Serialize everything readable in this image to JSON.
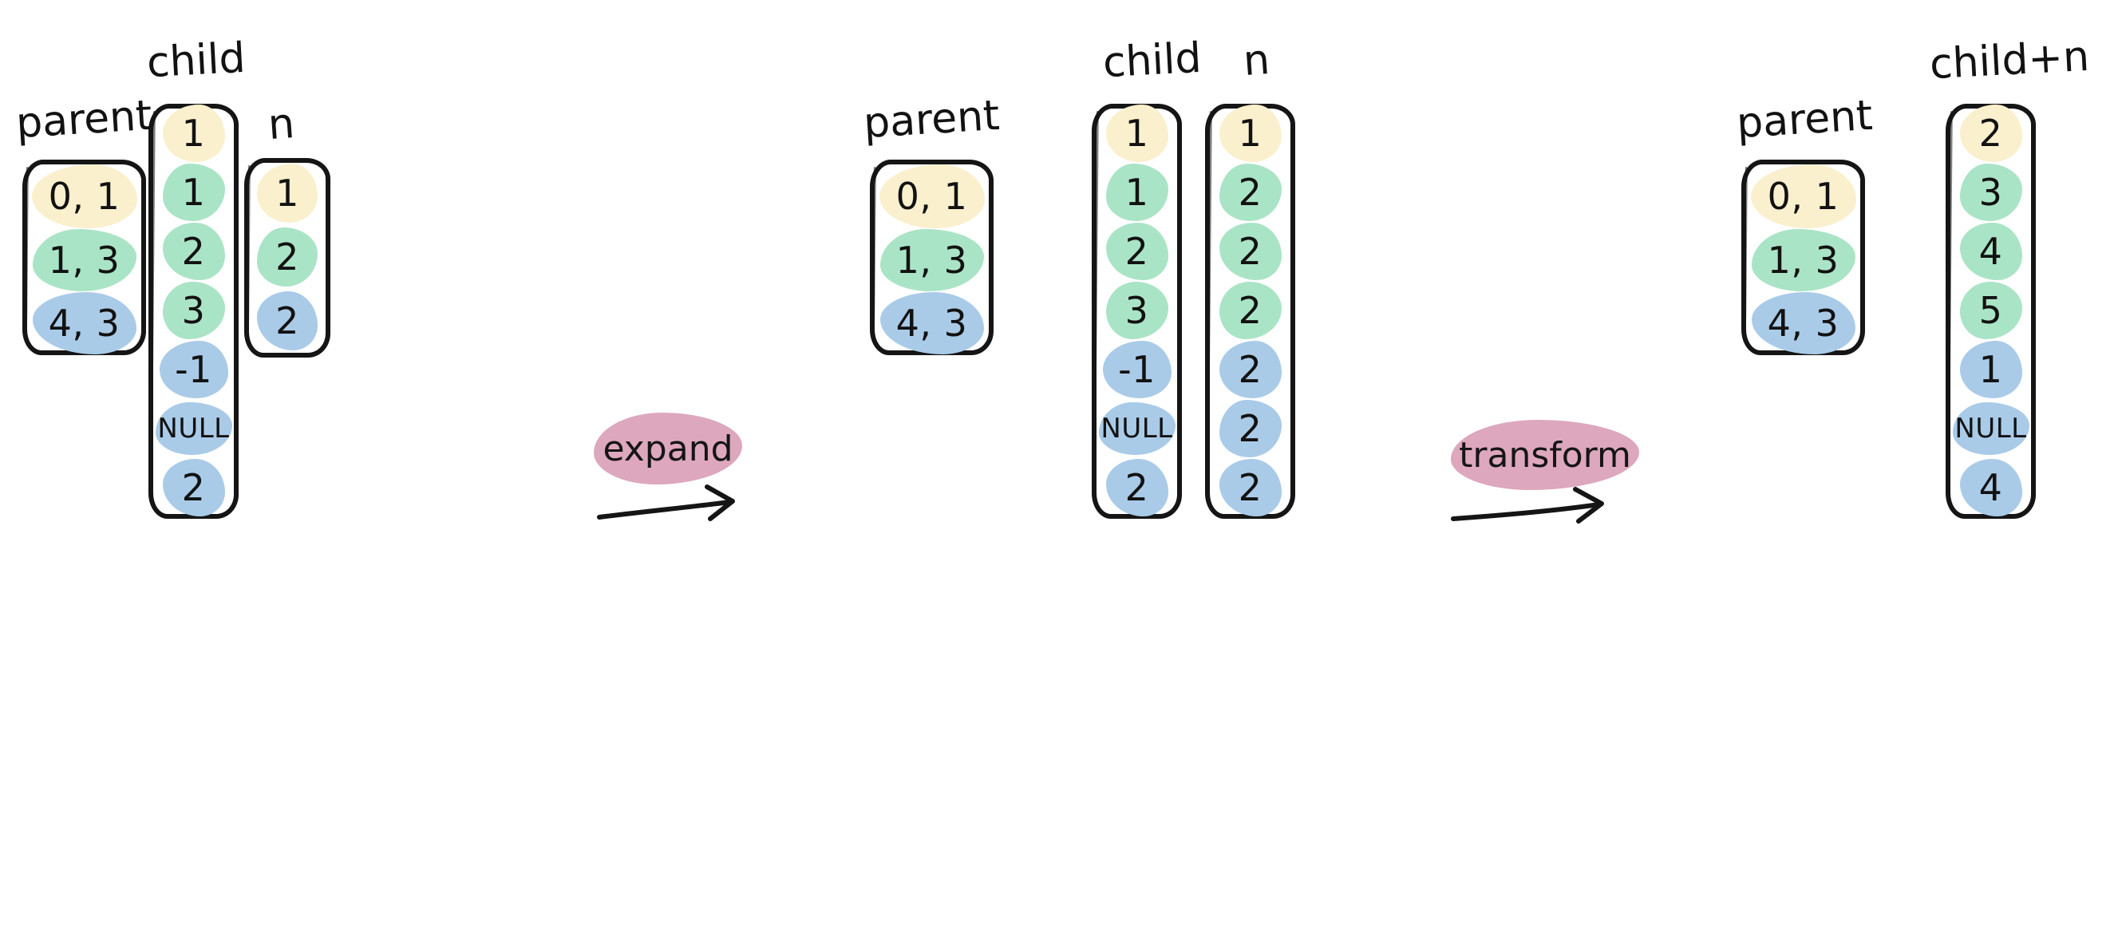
{
  "diagram": {
    "title_hint": "expand then transform of parent/child/n columns",
    "palette": {
      "cream": "#faf0ce",
      "green": "#aae4c6",
      "blue": "#a9cbe8",
      "pink": "#dda7bd",
      "ink": "#151515",
      "background": "#ffffff"
    }
  },
  "groups": [
    {
      "id": "before",
      "columns": [
        {
          "name": "parent",
          "label": "parent",
          "cells": [
            {
              "value": "0, 1",
              "color": "cream"
            },
            {
              "value": "1, 3",
              "color": "green"
            },
            {
              "value": "4, 3",
              "color": "blue"
            }
          ]
        },
        {
          "name": "child",
          "label": "child",
          "cells": [
            {
              "value": "1",
              "color": "cream"
            },
            {
              "value": "1",
              "color": "green"
            },
            {
              "value": "2",
              "color": "green"
            },
            {
              "value": "3",
              "color": "green"
            },
            {
              "value": "-1",
              "color": "blue"
            },
            {
              "value": "NULL",
              "color": "blue"
            },
            {
              "value": "2",
              "color": "blue"
            }
          ]
        },
        {
          "name": "n",
          "label": "n",
          "cells": [
            {
              "value": "1",
              "color": "cream"
            },
            {
              "value": "2",
              "color": "green"
            },
            {
              "value": "2",
              "color": "blue"
            }
          ]
        }
      ]
    },
    {
      "id": "expanded",
      "columns": [
        {
          "name": "parent",
          "label": "parent",
          "cells": [
            {
              "value": "0, 1",
              "color": "cream"
            },
            {
              "value": "1, 3",
              "color": "green"
            },
            {
              "value": "4, 3",
              "color": "blue"
            }
          ]
        },
        {
          "name": "child",
          "label": "child",
          "cells": [
            {
              "value": "1",
              "color": "cream"
            },
            {
              "value": "1",
              "color": "green"
            },
            {
              "value": "2",
              "color": "green"
            },
            {
              "value": "3",
              "color": "green"
            },
            {
              "value": "-1",
              "color": "blue"
            },
            {
              "value": "NULL",
              "color": "blue"
            },
            {
              "value": "2",
              "color": "blue"
            }
          ]
        },
        {
          "name": "n",
          "label": "n",
          "cells": [
            {
              "value": "1",
              "color": "cream"
            },
            {
              "value": "2",
              "color": "green"
            },
            {
              "value": "2",
              "color": "green"
            },
            {
              "value": "2",
              "color": "green"
            },
            {
              "value": "2",
              "color": "blue"
            },
            {
              "value": "2",
              "color": "blue"
            },
            {
              "value": "2",
              "color": "blue"
            }
          ]
        }
      ]
    },
    {
      "id": "transformed",
      "columns": [
        {
          "name": "parent",
          "label": "parent",
          "cells": [
            {
              "value": "0, 1",
              "color": "cream"
            },
            {
              "value": "1, 3",
              "color": "green"
            },
            {
              "value": "4, 3",
              "color": "blue"
            }
          ]
        },
        {
          "name": "child-plus-n",
          "label": "child+n",
          "cells": [
            {
              "value": "2",
              "color": "cream"
            },
            {
              "value": "3",
              "color": "green"
            },
            {
              "value": "4",
              "color": "green"
            },
            {
              "value": "5",
              "color": "green"
            },
            {
              "value": "1",
              "color": "blue"
            },
            {
              "value": "NULL",
              "color": "blue"
            },
            {
              "value": "4",
              "color": "blue"
            }
          ]
        }
      ]
    }
  ],
  "operations": [
    {
      "id": "op-expand",
      "label": "expand"
    },
    {
      "id": "op-transform",
      "label": "transform"
    }
  ]
}
